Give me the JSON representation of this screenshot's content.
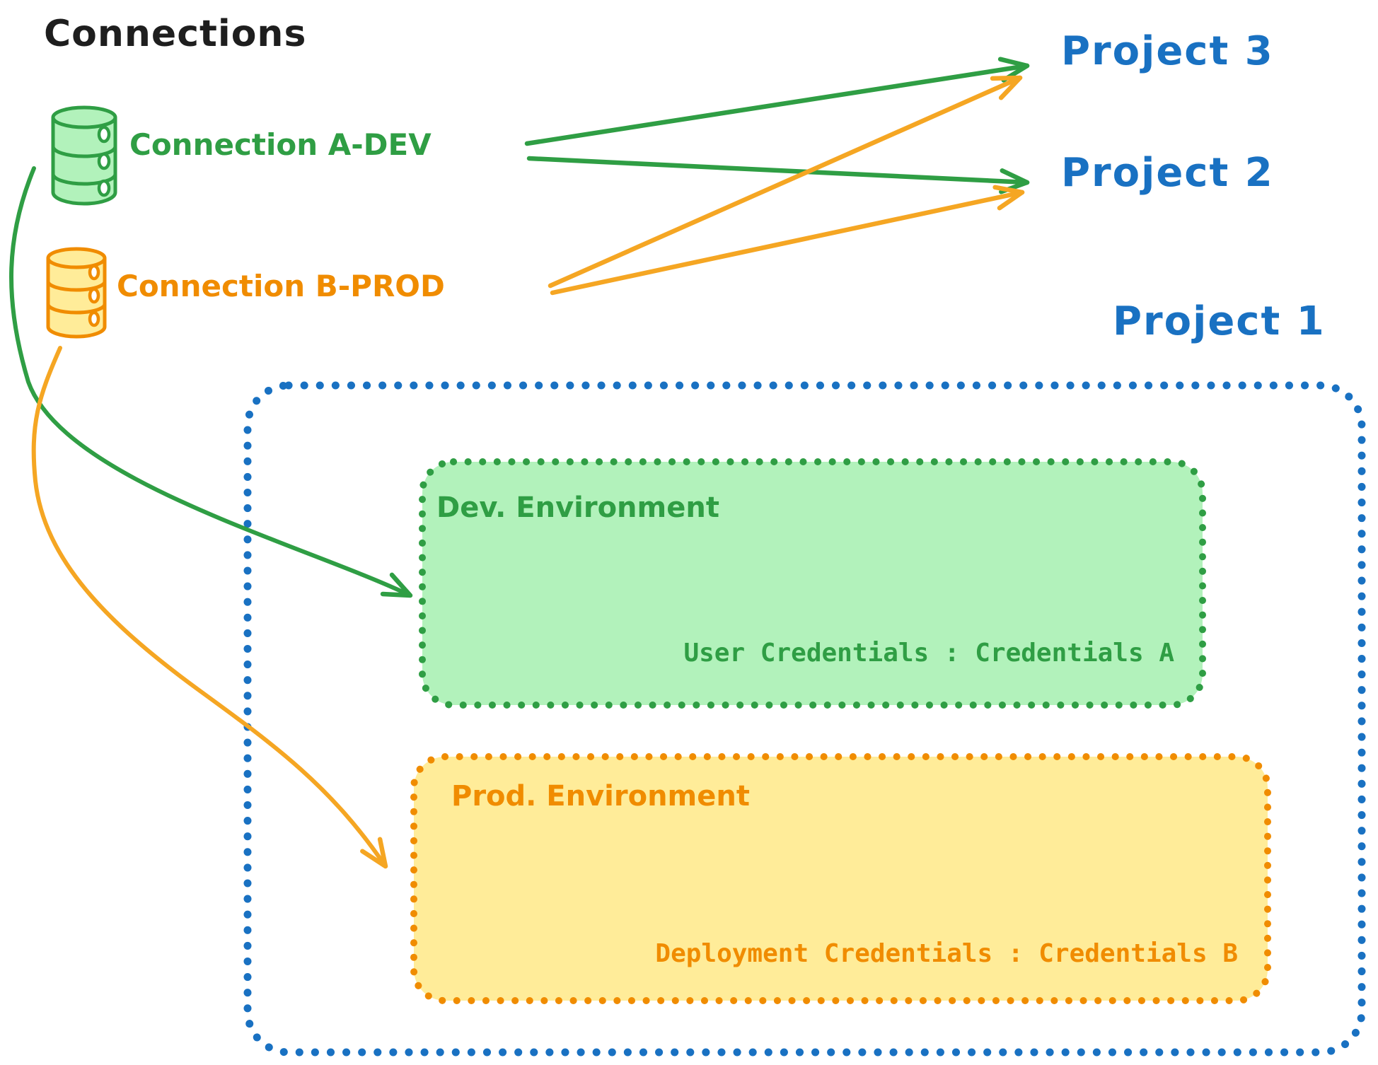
{
  "diagram": {
    "title": "Connections",
    "connections": [
      {
        "id": "a-dev",
        "label": "Connection A-DEV"
      },
      {
        "id": "b-prod",
        "label": "Connection B-PROD"
      }
    ],
    "projects": [
      {
        "label": "Project 3"
      },
      {
        "label": "Project 2"
      },
      {
        "label": "Project 1"
      }
    ],
    "environments": {
      "dev": {
        "title": "Dev. Environment",
        "credentials_label": "User Credentials : Credentials A"
      },
      "prod": {
        "title": "Prod. Environment",
        "credentials_label": "Deployment Credentials : Credentials B"
      }
    },
    "edges": [
      {
        "from": "Connection A-DEV",
        "to": "Project 3"
      },
      {
        "from": "Connection A-DEV",
        "to": "Project 2"
      },
      {
        "from": "Connection B-PROD",
        "to": "Project 3"
      },
      {
        "from": "Connection B-PROD",
        "to": "Project 2"
      },
      {
        "from": "Connection A-DEV",
        "to": "Dev. Environment"
      },
      {
        "from": "Connection B-PROD",
        "to": "Prod. Environment"
      }
    ],
    "colors": {
      "text_black": "#1e1e1e",
      "green": "#2f9e44",
      "green_fill": "#b2f2bb",
      "orange": "#f08c00",
      "orange_line": "#f5a623",
      "orange_fill": "#ffec99",
      "blue": "#1971c2"
    }
  }
}
